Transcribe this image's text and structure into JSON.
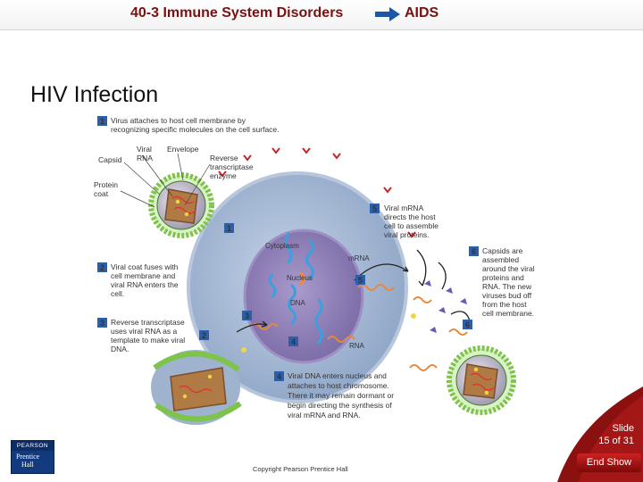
{
  "header": {
    "section": "40-3 Immune System Disorders",
    "topic": "AIDS"
  },
  "title": "HIV Infection",
  "figure": {
    "steps": [
      {
        "num": "1",
        "lines": [
          "Virus attaches to host cell membrane by",
          "recognizing specific molecules on the cell surface."
        ]
      },
      {
        "num": "2",
        "lines": [
          "Viral coat fuses with",
          "cell membrane and",
          "viral RNA enters the",
          "cell."
        ]
      },
      {
        "num": "3",
        "lines": [
          "Reverse transcriptase",
          "uses viral RNA as a",
          "template to make viral",
          "DNA."
        ]
      },
      {
        "num": "4",
        "lines": [
          "Viral DNA enters nucleus and",
          "attaches to host chromosome.",
          "There it may remain dormant or",
          "begin directing the synthesis of",
          "viral mRNA and RNA."
        ]
      },
      {
        "num": "5",
        "lines": [
          "Viral mRNA",
          "directs the host",
          "cell to assemble",
          "viral proteins."
        ]
      },
      {
        "num": "6",
        "lines": [
          "Capsids are",
          "assembled",
          "around the viral",
          "proteins and",
          "RNA. The new",
          "viruses bud off",
          "from the host",
          "cell membrane."
        ]
      }
    ],
    "labels": {
      "viral_rna_1": "Viral",
      "viral_rna_2": "RNA",
      "envelope": "Envelope",
      "capsid": "Capsid",
      "rt_1": "Reverse",
      "rt_2": "transcriptase",
      "rt_3": "enzyme",
      "pc_1": "Protein",
      "pc_2": "coat",
      "cytoplasm": "Cytoplasm",
      "mrna": "mRNA",
      "nucleus": "Nucleus",
      "dna": "DNA",
      "rna": "RNA"
    },
    "markers": {
      "m1": "1",
      "m2": "2",
      "m3": "3",
      "m4": "4",
      "m5": "5",
      "m6": "6"
    }
  },
  "footer": {
    "publisher_line1": "PEARSON",
    "publisher_line2": "Prentice",
    "publisher_line3": "Hall",
    "copyright": "Copyright Pearson Prentice Hall",
    "slide_label": "Slide",
    "slide_count": "15 of 31",
    "end_show": "End Show"
  },
  "colors": {
    "heading": "#7a1010",
    "step_number": "#2c5fa8",
    "cell": "#9fb3cf",
    "nucleus": "#8c7fb3",
    "virus_envelope": "#7ec34a"
  }
}
